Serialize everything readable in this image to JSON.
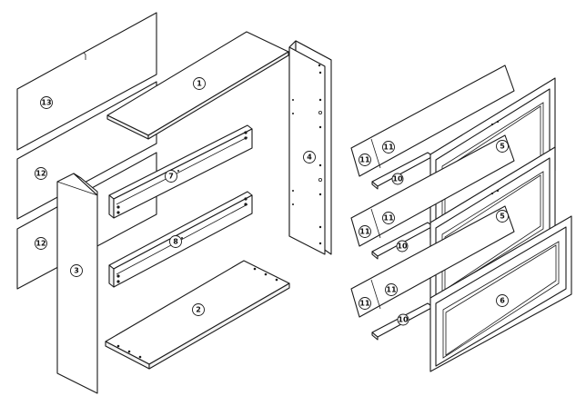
{
  "diagram": {
    "part_labels": {
      "p1": "1",
      "p2": "2",
      "p3": "3",
      "p4": "4",
      "p5a": "5",
      "p5b": "5",
      "p6": "6",
      "p7": "7",
      "p8": "8",
      "p10a": "10",
      "p10b": "10",
      "p10c": "10",
      "p11a": "11",
      "p11b": "11",
      "p11c": "11",
      "p11d": "11",
      "p11e": "11",
      "p11f": "11",
      "p12a": "12",
      "p12b": "12",
      "p13": "13"
    }
  }
}
